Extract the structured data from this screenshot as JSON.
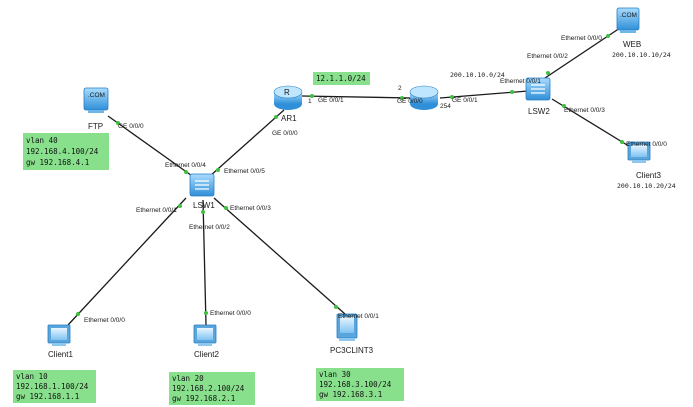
{
  "colors": {
    "note_bg": "#88e08c",
    "device_blue": "#35a4e8",
    "link": "#1a1a1a",
    "port_dot": "#3fbf3f"
  },
  "devices": {
    "ar1": "AR1",
    "lsw1": "LSW1",
    "lsw2": "LSW2",
    "ftp": "FTP",
    "web": "WEB",
    "client1": "Client1",
    "client2": "Client2",
    "client3": "Client3",
    "pc3": "PC3CLINT3"
  },
  "icon_labels": {
    "server_tag": ".COM"
  },
  "ports": {
    "ftp_ge": "GE 0/0/0",
    "lsw1_e4": "Ethernet 0/0/4",
    "lsw1_e5": "Ethernet 0/0/5",
    "lsw1_e1": "Ethernet 0/0/1",
    "lsw1_e2": "Ethernet 0/0/2",
    "lsw1_e3": "Ethernet 0/0/3",
    "ar1_ge000": "GE 0/0/0",
    "ar1_ge001": "GE 0/0/1",
    "ar1_num": "1",
    "mid_num": "2",
    "mid_ge000": "GE 0/0/0",
    "mid_ge001": "GE 0/0/1",
    "mid_254": "254",
    "lsw2_e1": "Ethernet 0/0/1",
    "lsw2_e2": "Ethernet 0/0/2",
    "lsw2_e3": "Ethernet 0/0/3",
    "web_e0": "Ethernet 0/0/0",
    "client3_e0": "Ethernet 0/0/0",
    "client1_e0": "Ethernet 0/0/0",
    "client2_e0": "Ethernet 0/0/0",
    "pc3_e1": "Ethernet 0/0/1"
  },
  "addresses": {
    "web": "200.10.10.10/24",
    "client3": "200.10.10.20/24",
    "net200": "200.10.10.0/24"
  },
  "notes": {
    "ftp": [
      "vlan 40",
      "192.168.4.100/24",
      "gw 192.168.4.1"
    ],
    "client1": [
      "vlan 10",
      "192.168.1.100/24",
      "gw 192.168.1.1"
    ],
    "client2": [
      "vlan 20",
      "192.168.2.100/24",
      "gw 192.168.2.1"
    ],
    "pc3": [
      "vlan 30",
      "192.168.3.100/24",
      "gw 192.168.3.1"
    ],
    "wan": [
      "12.1.1.0/24"
    ]
  }
}
